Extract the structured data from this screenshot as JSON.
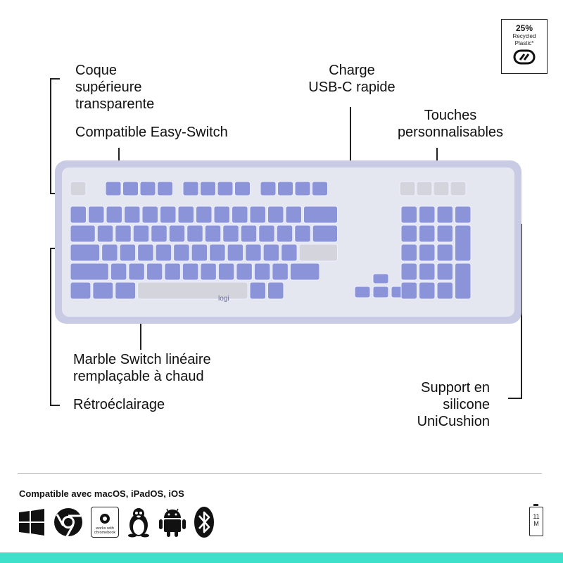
{
  "annotations": {
    "top_case": "Coque\nsupérieure\ntransparente",
    "easy_switch": "Compatible Easy-Switch",
    "usb_c": "Charge\nUSB-C rapide",
    "custom_keys": "Touches\npersonnalisables",
    "marble_switch": "Marble Switch linéaire\nremplaçable à chaud",
    "backlight": "Rétroéclairage",
    "unicushion": "Support en\nsilicone\nUniCushion"
  },
  "recycled_badge": {
    "percent": "25%",
    "line1": "Recycled",
    "line2": "Plastic*",
    "icon": "recycle-loop-icon"
  },
  "keyboard": {
    "brand": "logi",
    "colors": {
      "case": "#e6e8f0",
      "frame": "#c9cbe4",
      "key": "#8b94d8",
      "key_top": "#a8aff0",
      "grey_key": "#d4d5dc",
      "glow": "#eef0ff"
    }
  },
  "compatibility": {
    "label": "Compatible avec macOS, iPadOS, iOS",
    "icons": [
      "windows-icon",
      "chrome-icon",
      "works-with-chromebook-icon",
      "linux-tux-icon",
      "android-icon",
      "bluetooth-icon"
    ],
    "chromebook_text": "works with\nchromebook"
  },
  "battery": {
    "label": "11\nM"
  },
  "accent_color": "#3de0c8"
}
